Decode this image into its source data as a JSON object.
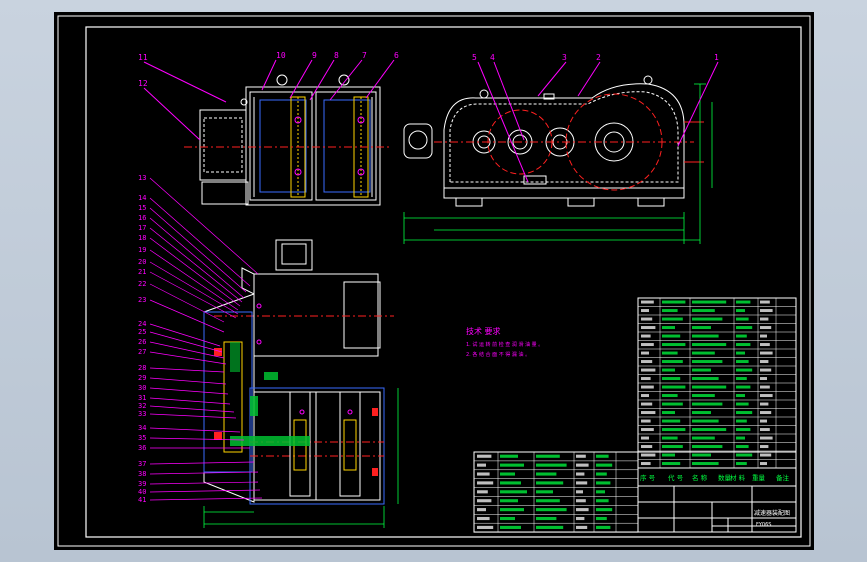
{
  "drawing": {
    "balloons_top_side": [
      "11",
      "10",
      "9",
      "8",
      "7",
      "6"
    ],
    "balloon_left_side_lower": "12",
    "balloons_top_front": [
      "5",
      "4",
      "3",
      "2",
      "1"
    ],
    "balloons_plan_left": [
      "13",
      "14",
      "15",
      "16",
      "17",
      "18",
      "19",
      "20",
      "21",
      "22",
      "23",
      "24",
      "25",
      "26",
      "27",
      "28",
      "29",
      "30",
      "31",
      "32",
      "33",
      "34",
      "35",
      "36",
      "37",
      "38",
      "39",
      "40",
      "41"
    ],
    "tech_title": "技术 要求",
    "tech_lines": [
      "1. 试 运 转 前 检 查 润 滑 油 量 。",
      "2. 各 结 合 面 不 得 漏 油 。"
    ]
  },
  "title_block": {
    "header_cells": [
      "序 号",
      "代 号",
      "名 称",
      "数量",
      "材 料",
      "重量",
      "备注"
    ],
    "drawing_title": "减速器装配图",
    "drawing_number": "FY06S"
  }
}
